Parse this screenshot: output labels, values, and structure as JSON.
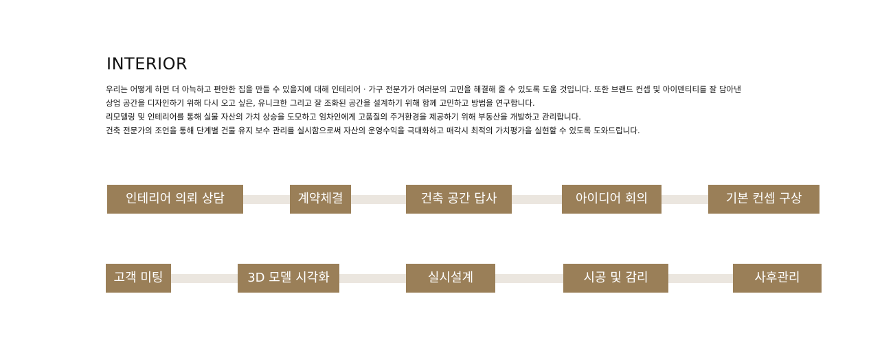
{
  "section": {
    "title": "INTERIOR",
    "paragraphs": [
      "우리는 어떻게 하면 더 아늑하고 편안한 집을 만들 수 있을지에 대해 인테리어 · 가구 전문가가 여러분의 고민을 해결해 줄 수 있도록 도울 것입니다. 또한 브랜드 컨셉 및 아이덴티티를 잘 담아낸",
      "상업 공간을 디자인하기 위해 다시 오고 싶은, 유니크한 그리고 잘 조화된 공간을 설계하기 위해 함께 고민하고 방법을 연구합니다.",
      "리모델링 및 인테리어를 통해 실물 자산의 가치 상승을 도모하고 임차인에게 고품질의 주거환경을 제공하기 위해 부동산을 개발하고 관리합니다.",
      "건축 전문가의 조언을 통해 단계별 건물 유지 보수 관리를 실시함으로써 자산의 운영수익을 극대화하고 매각시 최적의 가치평가을 실현할 수 있도록 도와드립니다."
    ]
  },
  "process_row_1": [
    "인테리어 의뢰 상담",
    "계약체결",
    "건축 공간 답사",
    "아이디어 회의",
    " 기본 컨셉 구상"
  ],
  "process_row_2": [
    "고객 미팅",
    "3D 모델 시각화",
    "실시설계",
    "시공 및 감리",
    "사후관리"
  ],
  "colors": {
    "step_bg": "#9a7f58",
    "connector": "#ebe6df",
    "step_text": "#ffffff"
  }
}
